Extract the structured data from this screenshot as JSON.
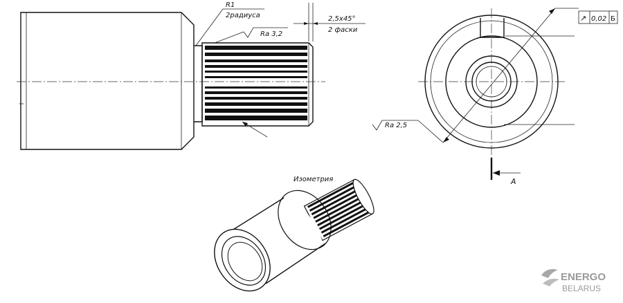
{
  "drawing": {
    "side_view": {
      "fillet_label": "R1",
      "fillet_note": "2радиуса",
      "chamfer_label": "2,5x45°",
      "chamfer_note": "2 фаски",
      "spline_roughness": "Ra 3,2"
    },
    "end_view": {
      "tolerance_symbol": "↗",
      "tolerance_value": "0,02",
      "datum": "Б",
      "roughness": "Ra 2,5",
      "section_label": "A"
    },
    "iso_view": {
      "title": "Изометрия"
    },
    "watermark": {
      "line1": "ENERGO",
      "line2": "BELARUS"
    }
  }
}
